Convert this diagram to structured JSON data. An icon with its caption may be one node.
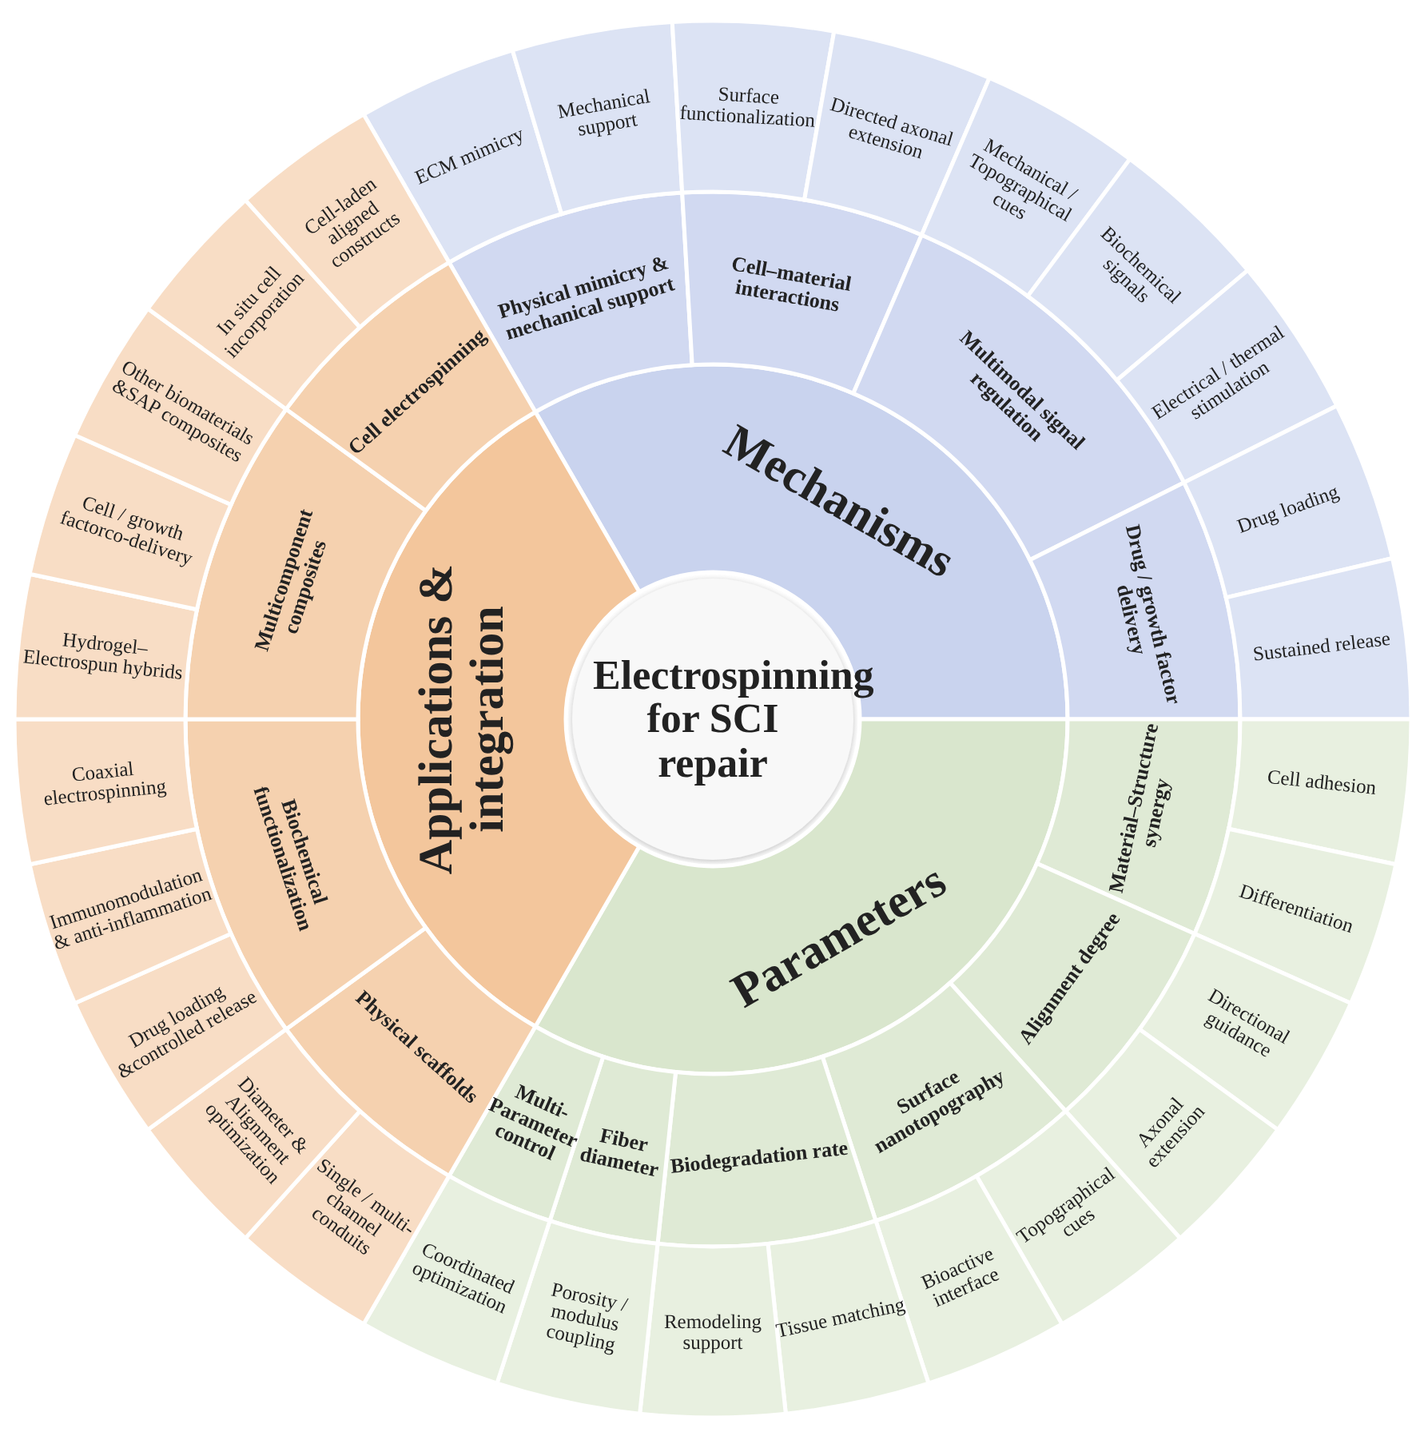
{
  "diagram": {
    "nodes": [
      {
        "text": [
          "Electrospinning for SCI repair"
        ]
      },
      {
        "text": [
          "Mechanisms"
        ]
      },
      {
        "text": [
          "Physical mimicry & mechanical support"
        ]
      },
      {
        "text": [
          "ECM mimicry"
        ]
      },
      {
        "text": [
          "Mechanical support"
        ]
      },
      {
        "text": [
          "Cell–material interactions"
        ]
      },
      {
        "text": [
          "Surface functionalization"
        ]
      },
      {
        "text": [
          "Directed axonal extension"
        ]
      },
      {
        "text": [
          "Multimodal signal regulation"
        ]
      },
      {
        "text": [
          "Mechanical / Topographical cues"
        ]
      },
      {
        "text": [
          "Biochemical signals"
        ]
      },
      {
        "text": [
          "Electrical / thermal stimulation"
        ]
      },
      {
        "text": [
          "Drug / growth factor delivery"
        ]
      },
      {
        "text": [
          "Drug loading"
        ]
      },
      {
        "text": [
          "Sustained release"
        ]
      },
      {
        "text": [
          "Parameters"
        ]
      },
      {
        "text": [
          "Material–Structure synergy"
        ]
      },
      {
        "text": [
          "Cell adhesion"
        ]
      },
      {
        "text": [
          "Differentiation"
        ]
      },
      {
        "text": [
          "Alignment degree"
        ]
      },
      {
        "text": [
          "Directional guidance"
        ]
      },
      {
        "text": [
          "Axonal extension"
        ]
      },
      {
        "text": [
          "Surface nanotopography"
        ]
      },
      {
        "text": [
          "Topographical cues"
        ]
      },
      {
        "text": [
          "Bioactive interface"
        ]
      },
      {
        "text": [
          "Biodegradation rate"
        ]
      },
      {
        "text": [
          "Tissue matching"
        ]
      },
      {
        "text": [
          "Remodeling support"
        ]
      },
      {
        "text": [
          "Fiber diameter"
        ]
      },
      {
        "text": [
          "Porosity / modulus coupling"
        ]
      },
      {
        "text": [
          "Multi-Parameter control"
        ]
      },
      {
        "text": [
          "Coordinated optimization"
        ]
      },
      {
        "text": [
          "Applications & integration"
        ]
      },
      {
        "text": [
          "Physical scaffolds"
        ]
      },
      {
        "text": [
          "Single / multi-channel conduits"
        ]
      },
      {
        "text": [
          "Diameter & Alignment optimization"
        ]
      },
      {
        "text": [
          "Biochemical functionalization"
        ]
      },
      {
        "text": [
          "Drug loading &controlled release"
        ]
      },
      {
        "text": [
          "Immunomodulation & anti-inflammation"
        ]
      },
      {
        "text": [
          "Coaxial electrospinning"
        ]
      },
      {
        "text": [
          "Multicomponent composites"
        ]
      },
      {
        "text": [
          "Hydrogel–Electrospun hybrids"
        ]
      },
      {
        "text": [
          "Cell / growth factorco-delivery"
        ]
      },
      {
        "text": [
          "Other biomaterials &SAP composites"
        ]
      },
      {
        "text": [
          "Cell electrospinning"
        ]
      },
      {
        "text": [
          "In situ cell incorporation"
        ]
      },
      {
        "text": [
          "Cell-laden aligned constructs"
        ]
      }
    ]
  }
}
